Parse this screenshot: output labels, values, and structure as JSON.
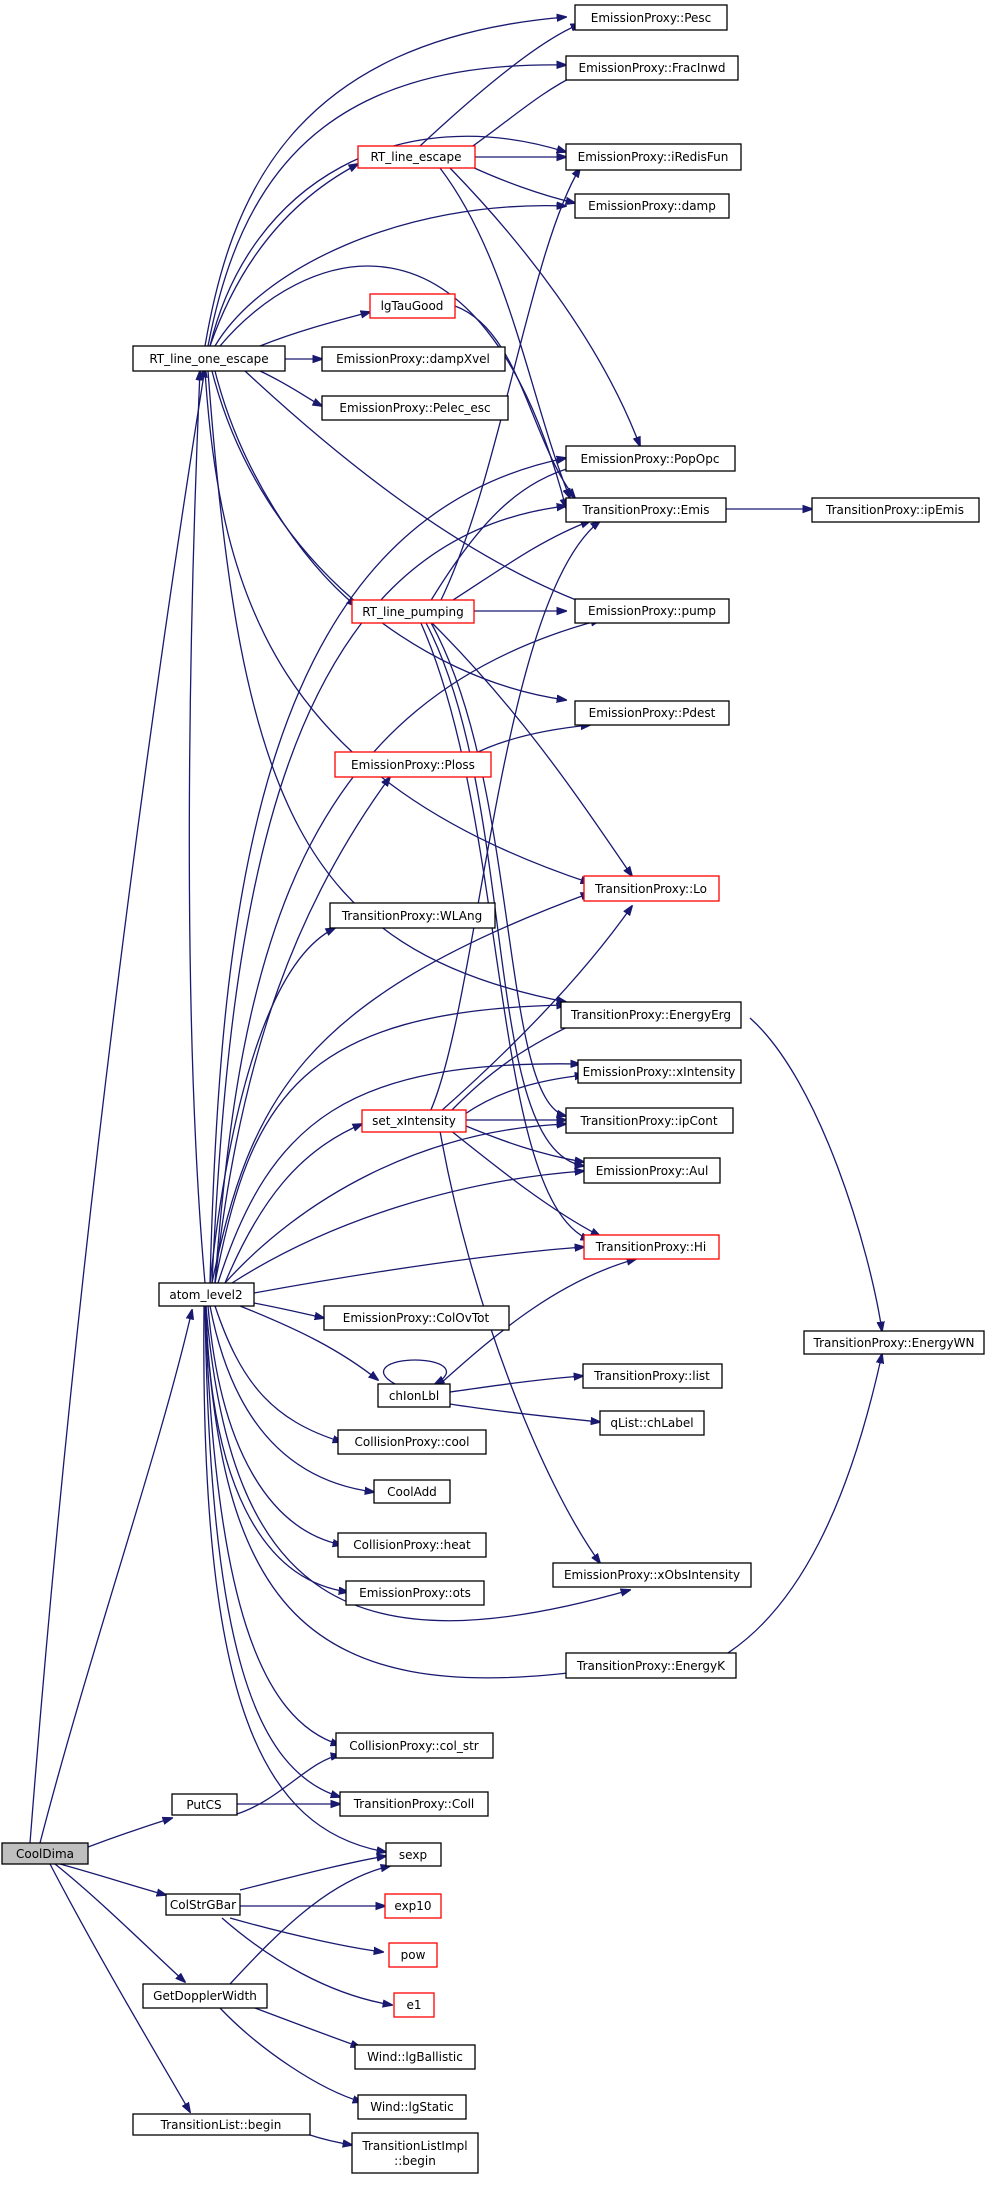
{
  "graph_type": "call-graph",
  "colors": {
    "edge": "#191970",
    "node_border": "#000000",
    "node_border_highlight": "#ff0000",
    "root_fill": "#bfbfbf"
  },
  "nodes": {
    "CoolDima": "CoolDima",
    "PutCS": "PutCS",
    "ColStrGBar": "ColStrGBar",
    "GetDopplerWidth": "GetDopplerWidth",
    "TransitionList_begin": "TransitionList::begin",
    "TransitionListImpl_begin_1": "TransitionListImpl",
    "TransitionListImpl_begin_2": "::begin",
    "RT_line_one_escape": "RT_line_one_escape",
    "atom_level2": "atom_level2",
    "EP_Pesc": "EmissionProxy::Pesc",
    "EP_FracInwd": "EmissionProxy::FracInwd",
    "RT_line_escape": "RT_line_escape",
    "EP_iRedisFun": "EmissionProxy::iRedisFun",
    "EP_damp": "EmissionProxy::damp",
    "lgTauGood": "lgTauGood",
    "EP_dampXvel": "EmissionProxy::dampXvel",
    "EP_Pelec_esc": "EmissionProxy::Pelec_esc",
    "EP_PopOpc": "EmissionProxy::PopOpc",
    "TP_Emis": "TransitionProxy::Emis",
    "TP_ipEmis": "TransitionProxy::ipEmis",
    "RT_line_pumping": "RT_line_pumping",
    "EP_pump": "EmissionProxy::pump",
    "EP_Pdest": "EmissionProxy::Pdest",
    "EP_Ploss": "EmissionProxy::Ploss",
    "TP_Lo": "TransitionProxy::Lo",
    "TP_WLAng": "TransitionProxy::WLAng",
    "TP_EnergyErg": "TransitionProxy::EnergyErg",
    "EP_xIntensity": "EmissionProxy::xIntensity",
    "set_xIntensity": "set_xIntensity",
    "TP_ipCont": "TransitionProxy::ipCont",
    "EP_Aul": "EmissionProxy::Aul",
    "TP_Hi": "TransitionProxy::Hi",
    "EP_ColOvTot": "EmissionProxy::ColOvTot",
    "TP_EnergyWN": "TransitionProxy::EnergyWN",
    "chIonLbl": "chIonLbl",
    "TP_list": "TransitionProxy::list",
    "qList_chLabel": "qList::chLabel",
    "CP_cool": "CollisionProxy::cool",
    "CoolAdd": "CoolAdd",
    "CP_heat": "CollisionProxy::heat",
    "EP_xObsIntensity": "EmissionProxy::xObsIntensity",
    "EP_ots": "EmissionProxy::ots",
    "TP_EnergyK": "TransitionProxy::EnergyK",
    "CP_col_str": "CollisionProxy::col_str",
    "TP_Coll": "TransitionProxy::Coll",
    "sexp": "sexp",
    "exp10": "exp10",
    "pow": "pow",
    "e1": "e1",
    "Wind_lgBallistic": "Wind::lgBallistic",
    "Wind_lgStatic": "Wind::lgStatic"
  }
}
